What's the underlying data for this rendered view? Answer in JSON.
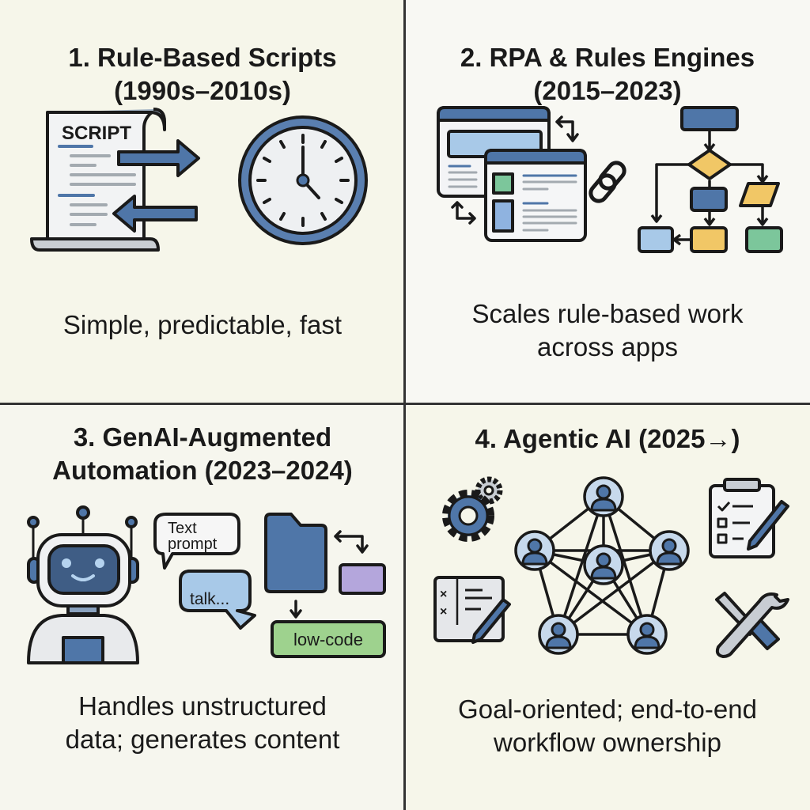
{
  "panels": [
    {
      "title_line1": "1. Rule-Based Scripts",
      "title_line2": "(1990s–2010s)",
      "caption_line1": "Simple, predictable, fast",
      "icon_labels": {
        "script": "SCRIPT"
      }
    },
    {
      "title_line1": "2. RPA & Rules Engines",
      "title_line2": "(2015–2023)",
      "caption_line1": "Scales rule-based work",
      "caption_line2": "across apps"
    },
    {
      "title_line1": "3. GenAI-Augmented",
      "title_line2": "Automation (2023–2024)",
      "caption_line1": "Handles unstructured",
      "caption_line2": "data; generates content",
      "icon_labels": {
        "bubble1_line1": "Text",
        "bubble1_line2": "prompt",
        "bubble2": "talk...",
        "lowcode": "low-code"
      }
    },
    {
      "title_line1": "4. Agentic AI (2025→)",
      "caption_line1": "Goal-oriented; end-to-end",
      "caption_line2": "workflow ownership"
    }
  ],
  "colors": {
    "blue": "#4f76a8",
    "yellow": "#f1c766",
    "green": "#7cc69b",
    "light_blue": "#a8c9e8",
    "purple": "#b4a6dc"
  }
}
